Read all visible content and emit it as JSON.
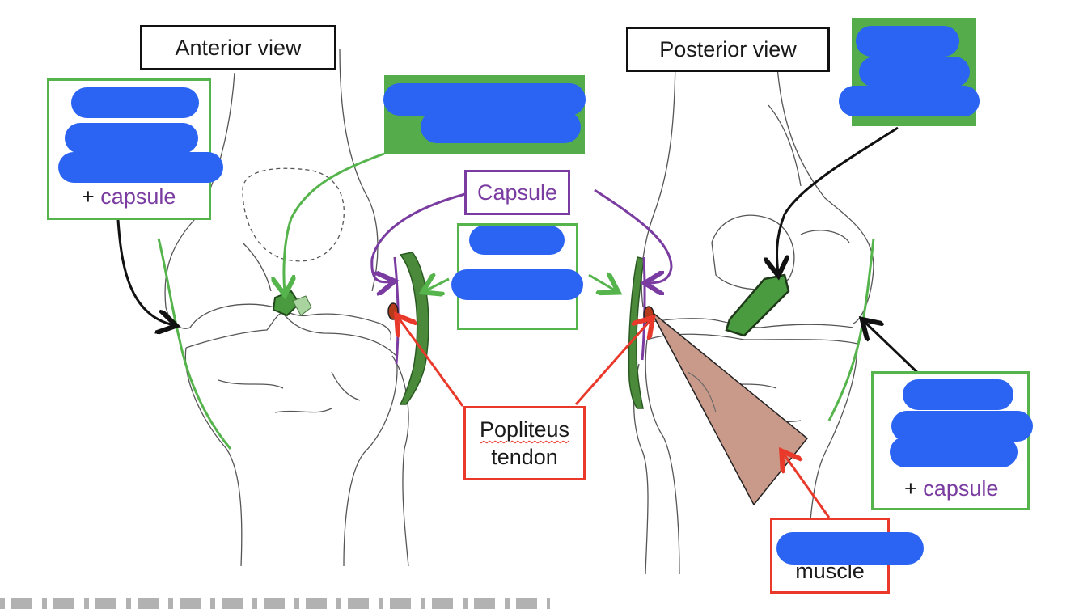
{
  "views": {
    "anterior": "Anterior view",
    "posterior": "Posterior view"
  },
  "labels": {
    "capsule": "Capsule",
    "plus": "+",
    "capsule_lower": "capsule",
    "popliteus_line1": "Popliteus",
    "popliteus_line2": "tendon",
    "muscle": "muscle"
  },
  "colors": {
    "ligament_green": "#54ad4a",
    "capsule_purple": "#7a3ca0",
    "popliteus_red": "#e8392b",
    "redaction_blue": "#2b63f2",
    "muscle_tan": "#c9998a"
  }
}
